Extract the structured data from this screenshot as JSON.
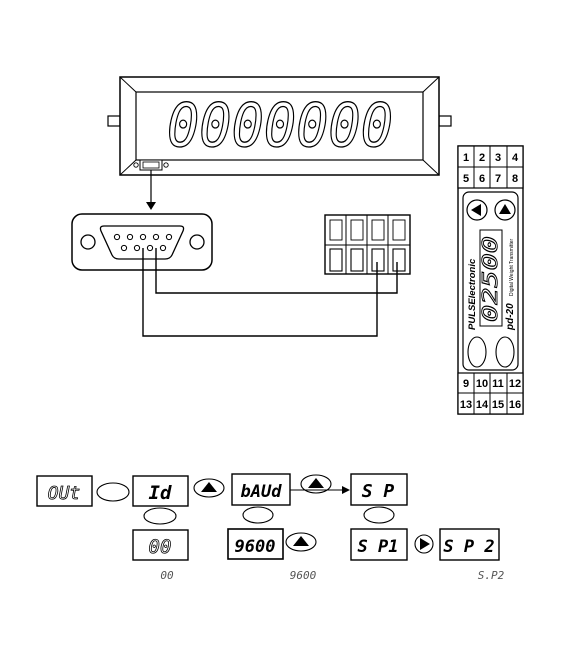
{
  "display": {
    "digits": "0000000"
  },
  "module": {
    "top_terminals_row1": [
      "1",
      "2",
      "3",
      "4"
    ],
    "top_terminals_row2": [
      "5",
      "6",
      "7",
      "8"
    ],
    "bottom_terminals_row1": [
      "9",
      "10",
      "11",
      "12"
    ],
    "bottom_terminals_row2": [
      "13",
      "14",
      "15",
      "16"
    ],
    "display_value": "02500",
    "brand": "PULSElectronic",
    "model": "pd-20",
    "subtitle": "Digital Weight Transmitter"
  },
  "menu": {
    "out": "OUt",
    "id": "Id",
    "baud": "bAUd",
    "sp": "S P",
    "id_value": "00",
    "baud_value": "9600",
    "sp1": "S P1",
    "sp2": "S P 2"
  },
  "captions": {
    "id_caption": "00",
    "baud_caption": "9600",
    "sp_caption": "S.P2"
  }
}
